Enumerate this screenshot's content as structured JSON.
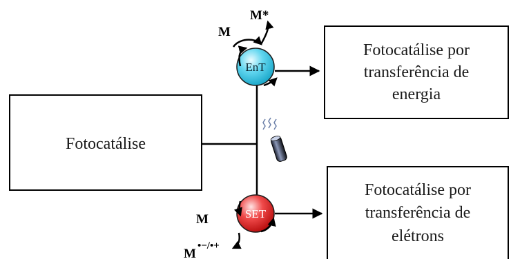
{
  "boxes": {
    "left": "Fotocatálise",
    "top": [
      "Fotocatálise por",
      "transferência de",
      "energia"
    ],
    "bottom": [
      "Fotocatálise por",
      "transferência de",
      "elétrons"
    ]
  },
  "nodes": {
    "ent": {
      "label": "EnT",
      "color": "#3ec8e6"
    },
    "set": {
      "label": "SET",
      "color": "#e22a2a"
    }
  },
  "labels": {
    "m_top": "M",
    "m_star": "M*",
    "m_bottom": "M",
    "m_radical_base": "M",
    "m_radical_sup": "•−/•+"
  },
  "icons": {
    "light": "lamp-icon"
  }
}
